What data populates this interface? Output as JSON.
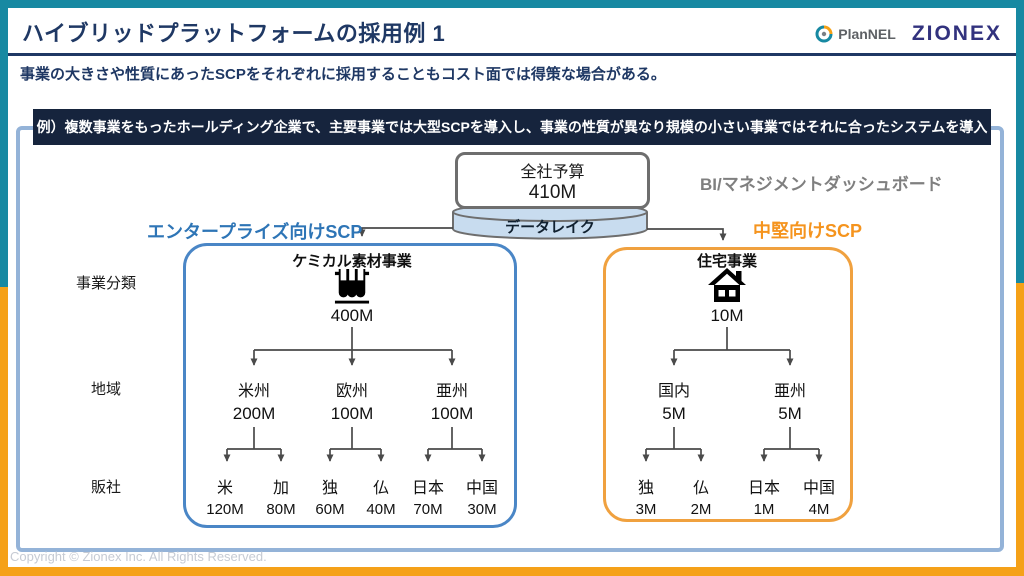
{
  "header": {
    "title": "ハイブリッドプラットフォームの採用例 1",
    "subtitle": "事業の大きさや性質にあったSCPをそれぞれに採用することもコスト面では得策な場合がある。",
    "logo_plannel": "PlanNEL",
    "logo_zionex": "ZIONEX"
  },
  "example_note": "例）複数事業をもったホールディング企業で、主要事業では大型SCPを導入し、事業の性質が異なり規模の小さい事業ではそれに合ったシステムを導入",
  "central": {
    "budget_title": "全社予算",
    "budget_value": "410M",
    "bi_label": "BI/マネジメントダッシュボード",
    "datalake_label": "データレイク"
  },
  "row_labels": [
    "事業分類",
    "地域",
    "販社"
  ],
  "left_group": {
    "label": "エンタープライズ向けSCP",
    "accent_color": "#2E75B6",
    "business": {
      "name": "ケミカル素材事業",
      "icon": "test-tubes-icon",
      "value": "400M"
    },
    "regions": [
      {
        "name": "米州",
        "value": "200M",
        "children": [
          {
            "name": "米",
            "value": "120M"
          },
          {
            "name": "加",
            "value": "80M"
          }
        ]
      },
      {
        "name": "欧州",
        "value": "100M",
        "children": [
          {
            "name": "独",
            "value": "60M"
          },
          {
            "name": "仏",
            "value": "40M"
          }
        ]
      },
      {
        "name": "亜州",
        "value": "100M",
        "children": [
          {
            "name": "日本",
            "value": "70M"
          },
          {
            "name": "中国",
            "value": "30M"
          }
        ]
      }
    ]
  },
  "right_group": {
    "label": "中堅向けSCP",
    "accent_color": "#F5941E",
    "business": {
      "name": "住宅事業",
      "icon": "house-icon",
      "value": "10M"
    },
    "regions": [
      {
        "name": "国内",
        "value": "5M",
        "children": [
          {
            "name": "独",
            "value": "3M"
          },
          {
            "name": "仏",
            "value": "2M"
          }
        ]
      },
      {
        "name": "亜州",
        "value": "5M",
        "children": [
          {
            "name": "日本",
            "value": "1M"
          },
          {
            "name": "中国",
            "value": "4M"
          }
        ]
      }
    ]
  },
  "footer": {
    "copyright": "Copyright © Zionex Inc. All Rights Reserved."
  },
  "colors": {
    "frame_teal": "#1789A2",
    "frame_orange": "#F5A118",
    "title_navy": "#1F3864",
    "note_bg": "#16243D",
    "enterprise_blue": "#2E75B6",
    "midsize_orange": "#F5941E"
  }
}
